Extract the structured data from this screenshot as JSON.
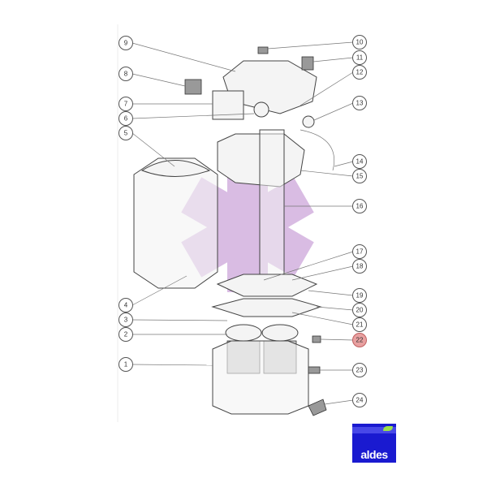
{
  "diagram": {
    "title": "Exploded parts view",
    "callouts_left": [
      "9",
      "8",
      "7",
      "6",
      "5",
      "4",
      "3",
      "2",
      "1"
    ],
    "callouts_right": [
      "10",
      "11",
      "12",
      "13",
      "14",
      "15",
      "16",
      "17",
      "18",
      "19",
      "20",
      "21",
      "22",
      "23",
      "24"
    ],
    "highlighted_callout": "22",
    "highlight_color": "#e8a0a0",
    "watermark_color": "#c9a0d8"
  },
  "logo": {
    "text": "aldes",
    "color": "#1a1ad0"
  }
}
